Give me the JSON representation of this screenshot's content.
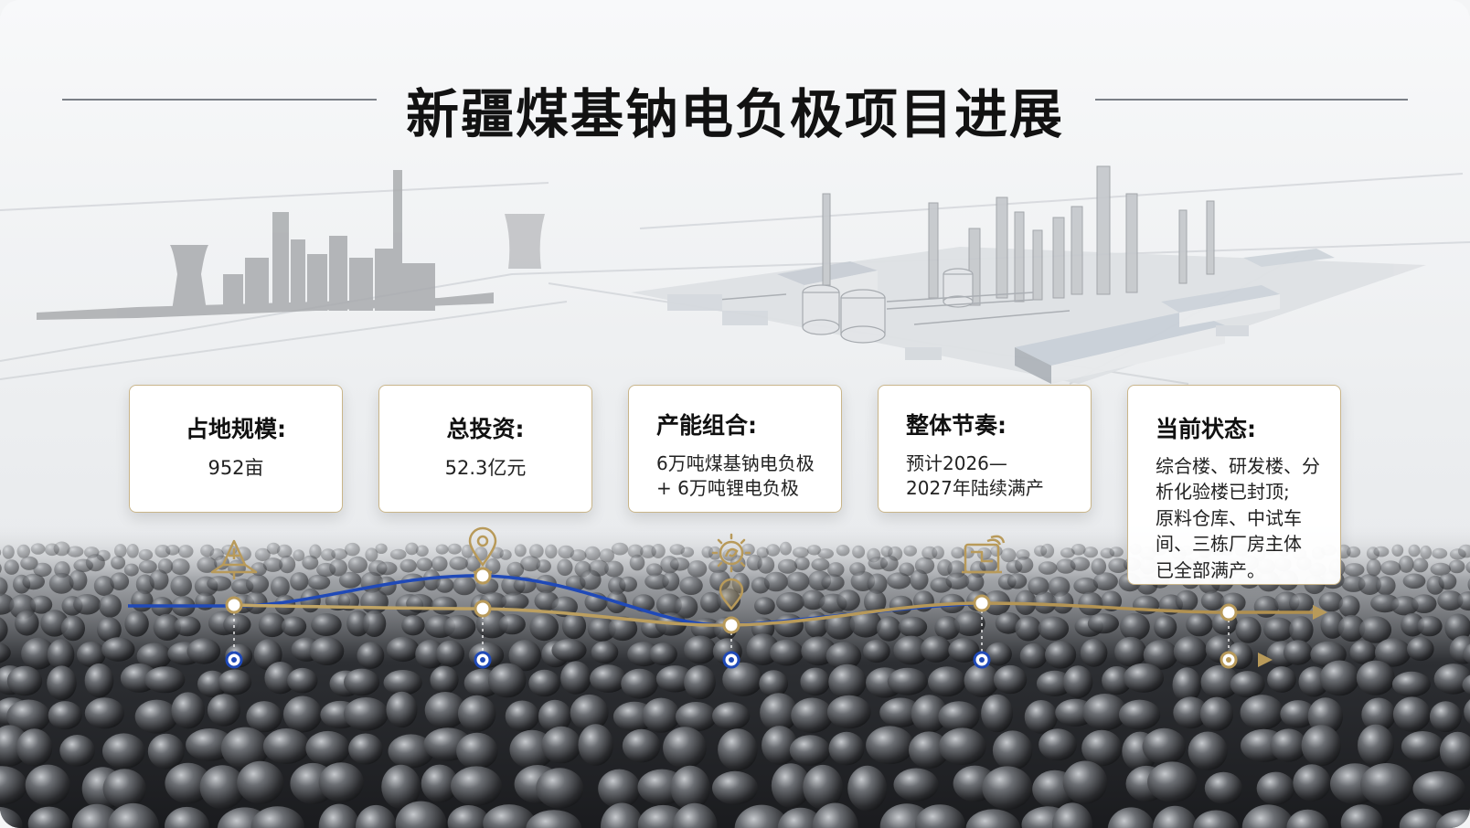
{
  "title": "新疆煤基钠电负极项目进展",
  "colors": {
    "gold": "#b89a5a",
    "blue": "#1f49b8",
    "card_border": "#c9b58a"
  },
  "cards": [
    {
      "head": "占地规模:",
      "body": "952亩",
      "icon": "rocket-icon"
    },
    {
      "head": "总投资:",
      "body": "52.3亿元",
      "icon": "location-pin-icon"
    },
    {
      "head": "产能组合:",
      "body": "6万吨煤基钠电负极\n+ 6万吨锂电负极",
      "icon": "sun-gear-icon"
    },
    {
      "head": "整体节奏:",
      "body": "预计2026—\n2027年陆续满产",
      "icon": "machine-icon"
    },
    {
      "head": "当前状态:",
      "body": "综合楼、研发楼、分\n析化验楼已封顶;\n原料仓库、中试车\n间、三栋厂房主体\n已全部满产。",
      "icon": "none"
    }
  ]
}
